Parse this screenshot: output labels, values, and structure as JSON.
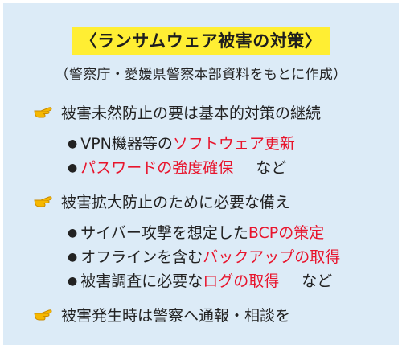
{
  "title": "〈ランサムウェア被害の対策〉",
  "source": "（警察庁・愛媛県警察本部資料をもとに作成）",
  "colors": {
    "panel": "#dcebf7",
    "title_bg": "#ffee33",
    "highlight": "#e8142c",
    "hand": "#f6b800"
  },
  "icons": {
    "point": "pointing-hand-icon",
    "bullet": "black-circle-bullet"
  },
  "bullet": "●",
  "sections": [
    {
      "heading": "被害未然防止の要は基本的対策の継続",
      "items": [
        {
          "prefix": "VPN機器等の",
          "highlight": "ソフトウェア更新",
          "suffix": ""
        },
        {
          "prefix": "",
          "highlight": "パスワードの強度確保",
          "suffix": "など"
        }
      ]
    },
    {
      "heading": "被害拡大防止のために必要な備え",
      "items": [
        {
          "prefix": "サイバー攻撃を想定した",
          "highlight": "BCPの策定",
          "suffix": ""
        },
        {
          "prefix": "オフラインを含む",
          "highlight": "バックアップの取得",
          "suffix": ""
        },
        {
          "prefix": "被害調査に必要な",
          "highlight": "ログの取得",
          "suffix": "など"
        }
      ]
    },
    {
      "heading": "被害発生時は警察へ通報・相談を",
      "items": []
    }
  ]
}
